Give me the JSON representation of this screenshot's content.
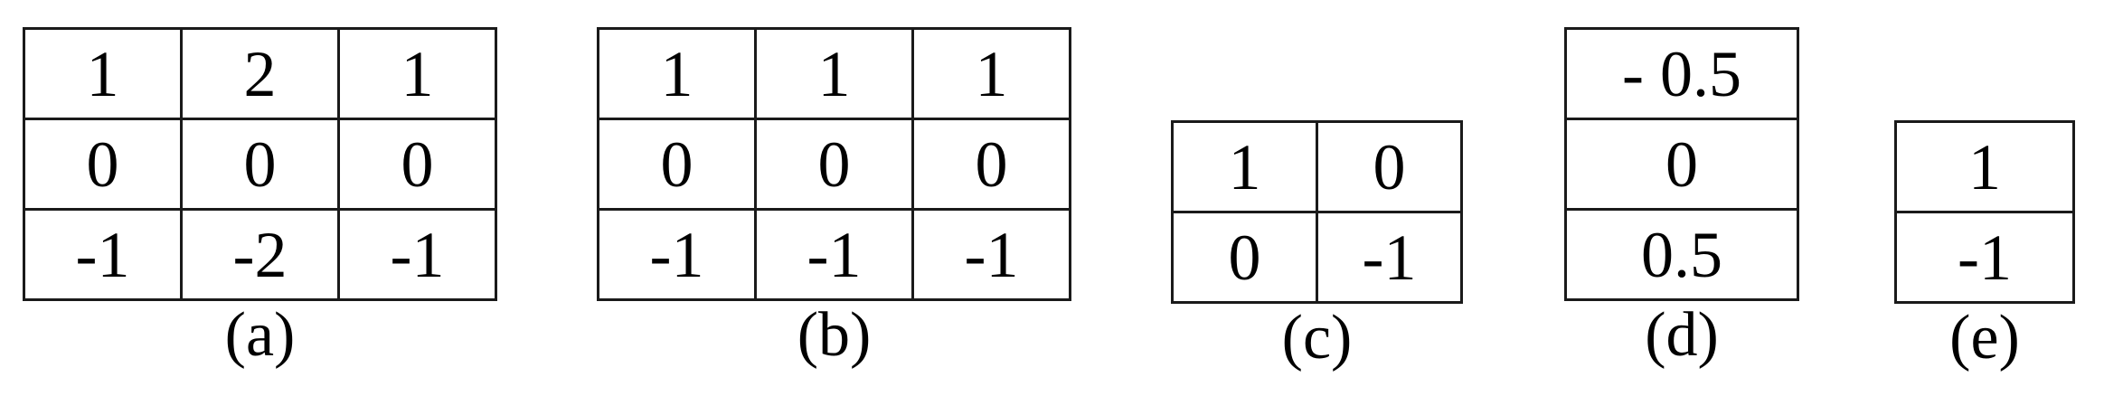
{
  "figure": {
    "background_color": "#ffffff",
    "text_color": "#000000",
    "border_color": "#1a1a1a"
  },
  "chart_data": {
    "type": "table",
    "title": "",
    "xlabel": "",
    "ylabel": "",
    "description": "Five edge-detection convolution kernel masks shown as bordered numeric grids with sub-figure captions.",
    "kernels": [
      {
        "caption": "(a)",
        "rows": 3,
        "cols": 3,
        "values": [
          [
            "1",
            "2",
            "1"
          ],
          [
            "0",
            "0",
            "0"
          ],
          [
            "-1",
            "-2",
            "-1"
          ]
        ]
      },
      {
        "caption": "(b)",
        "rows": 3,
        "cols": 3,
        "values": [
          [
            "1",
            "1",
            "1"
          ],
          [
            "0",
            "0",
            "0"
          ],
          [
            "-1",
            "-1",
            "-1"
          ]
        ]
      },
      {
        "caption": "(c)",
        "rows": 2,
        "cols": 2,
        "values": [
          [
            "1",
            "0"
          ],
          [
            "0",
            "-1"
          ]
        ]
      },
      {
        "caption": "(d)",
        "rows": 3,
        "cols": 1,
        "values": [
          [
            "- 0.5"
          ],
          [
            "0"
          ],
          [
            "0.5"
          ]
        ]
      },
      {
        "caption": "(e)",
        "rows": 2,
        "cols": 1,
        "values": [
          [
            "1"
          ],
          [
            "-1"
          ]
        ]
      }
    ]
  }
}
